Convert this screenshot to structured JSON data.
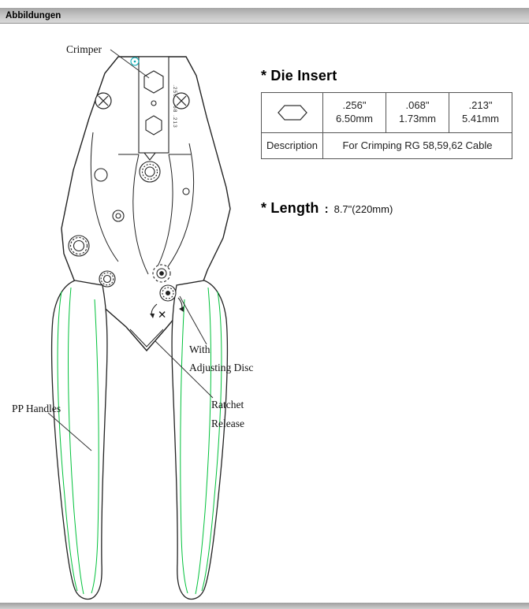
{
  "header": {
    "title": "Abbildungen"
  },
  "figure": {
    "labels": {
      "crimper": "Crimper",
      "with": "With",
      "adjusting_disc": "Adjusting Disc",
      "ratchet": "Ratchet",
      "release": "Release",
      "pp_handles": "PP Handles",
      "die_sizes_vertical": ".256  .068  .213",
      "x_mark": "✕"
    },
    "colors": {
      "outline": "#222222",
      "handle_green": "#00c13a",
      "teal_accent": "#00a8b0"
    }
  },
  "die_insert": {
    "heading": "* Die Insert",
    "table": {
      "sizes": [
        {
          "inch": ".256\"",
          "mm": "6.50mm"
        },
        {
          "inch": ".068\"",
          "mm": "1.73mm"
        },
        {
          "inch": ".213\"",
          "mm": "5.41mm"
        }
      ],
      "description_label": "Description",
      "description_value": "For Crimping RG 58,59,62 Cable"
    }
  },
  "length_spec": {
    "heading": "* Length",
    "separator": ":",
    "value": "8.7\"(220mm)"
  }
}
